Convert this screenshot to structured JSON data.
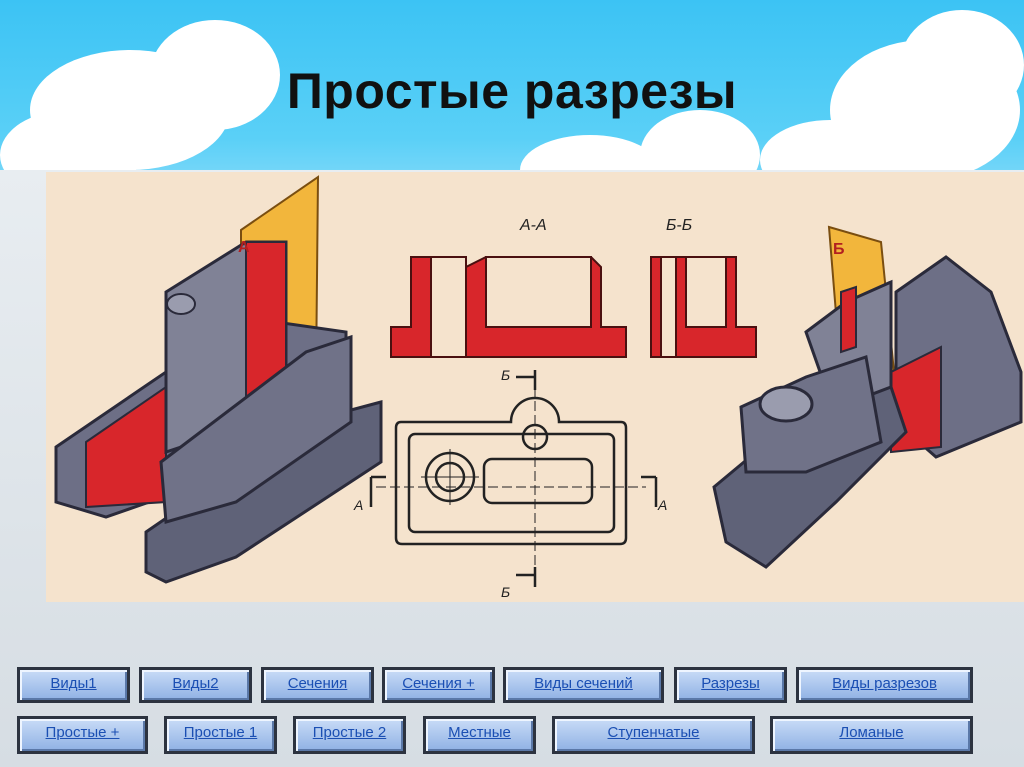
{
  "title": "Простые разрезы",
  "figure": {
    "section_aa_label": "А-А",
    "section_bb_label": "Б-Б",
    "plane_a_letter": "А",
    "plane_b_letter": "Б",
    "mark_a_left": "А",
    "mark_a_right": "А",
    "mark_b_top": "Б",
    "mark_b_bottom": "Б"
  },
  "colors": {
    "section_fill": "#d8262b",
    "metal": "#6d6f86",
    "plane": "#f2b63c",
    "paper": "#f5e3cd",
    "sky": "#3cc3f4"
  },
  "nav": {
    "row1": [
      "Виды1",
      "Виды2",
      "Сечения",
      "Сечения +",
      "Виды сечений",
      "Разрезы",
      "Виды разрезов"
    ],
    "row2": [
      "Простые +",
      "Простые 1",
      "Простые 2",
      "Местные",
      "Ступенчатые",
      "Ломаные"
    ]
  }
}
